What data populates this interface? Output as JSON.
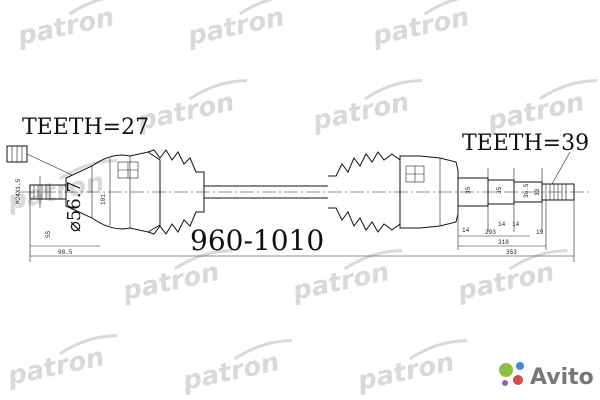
{
  "watermark": {
    "text": "patron"
  },
  "labels": {
    "teeth_left": "TEETH=27",
    "teeth_right": "TEETH=39",
    "length": "960-1010",
    "diameter": "⌀56.7"
  },
  "dims": {
    "thread": "M24X1.5",
    "d1": "55",
    "d2": "98.5",
    "d3": "101",
    "d4": "14",
    "d5": "14",
    "d6": "14",
    "d7": "293",
    "d8": "318",
    "d9": "353",
    "d10": "19",
    "d11": "35",
    "d12": "35",
    "d13": "36.5",
    "d14": "33"
  },
  "brand": {
    "text": "Avito"
  }
}
